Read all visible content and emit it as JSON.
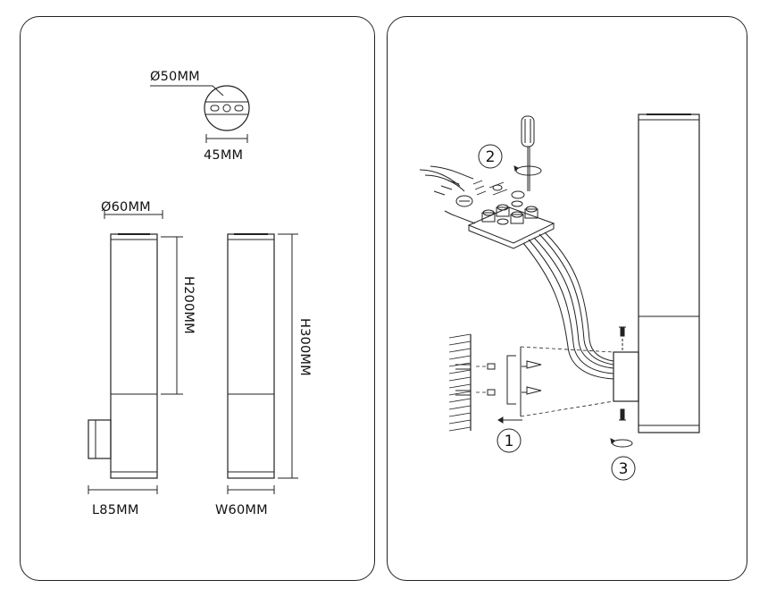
{
  "dimensions": {
    "base_diameter": "Ø50MM",
    "base_width": "45MM",
    "lamp_diameter": "Ø60MM",
    "height_upper": "H200MM",
    "height_total": "H300MM",
    "length": "L85MM",
    "width": "W60MM"
  },
  "steps": {
    "step1": "1",
    "step2": "2",
    "step3": "3"
  }
}
